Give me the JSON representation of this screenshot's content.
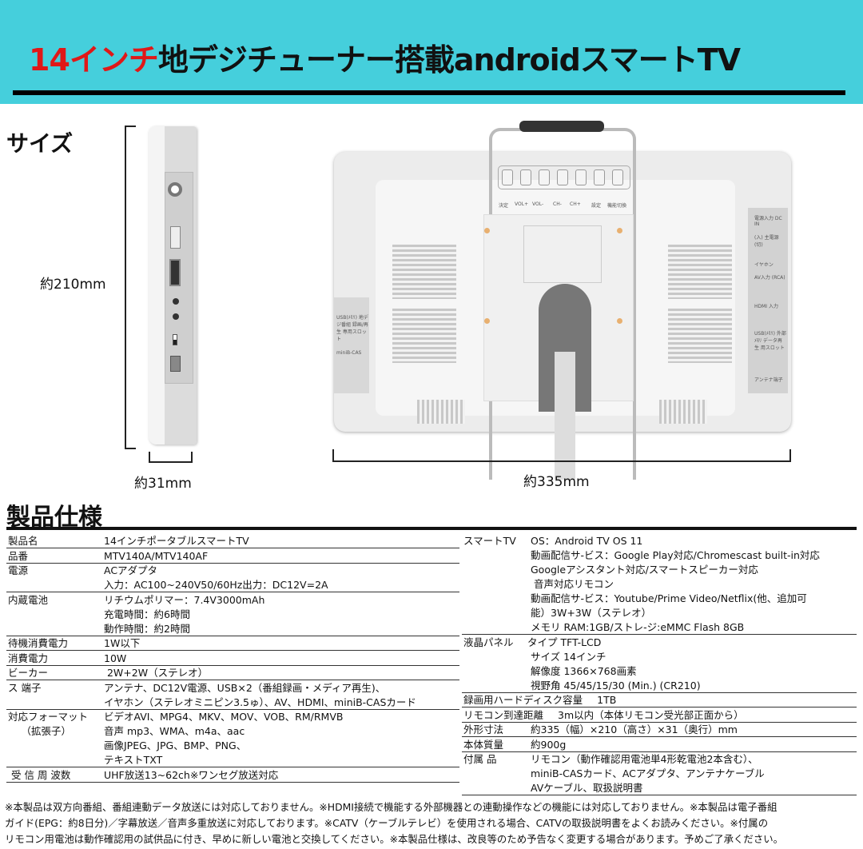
{
  "header": {
    "title_red": "14インチ",
    "title_black": "地デジチューナー搭載androidスマートTV",
    "bg_color": "#45cfdc",
    "accent_color": "#e01818"
  },
  "size_section": {
    "heading": "サイズ",
    "height_label": "約210mm",
    "depth_label": "約31mm",
    "width_label": "約335mm"
  },
  "device_labels": {
    "buttons": [
      "決定",
      "VOL+",
      "VOL-",
      "CH-",
      "CH+",
      "設定",
      "機能切換"
    ],
    "right_panel": [
      "電源入力 DC IN",
      "(入) 主電源 (切)",
      "イヤホン",
      "AV入力 (RCA)",
      "HDMI 入力",
      "USB(ﾒﾓﾘ) 外部ﾒﾓﾘ データ再生 用スロット",
      "アンテナ端子"
    ],
    "left_panel": [
      "USB(ﾒﾓﾘ) 地デジ番組 録画/再生 専用スロット",
      "miniB-CAS"
    ]
  },
  "spec_section": {
    "heading": "製品仕様"
  },
  "spec_left": [
    {
      "label": "製品名",
      "lines": [
        "14インチポータブルスマートTV"
      ]
    },
    {
      "label": "品番",
      "lines": [
        "MTV140A/MTV140AF"
      ]
    },
    {
      "label": "電源",
      "lines": [
        "ACアダプタ",
        "入力：AC100~240V50/60Hz出力：DC12V=2A"
      ]
    },
    {
      "label": "内蔵電池",
      "lines": [
        "リチウムポリマー：7.4V3000mAh",
        "充電時間：約6時間",
        "動作時間：約2時間"
      ]
    },
    {
      "label": "待機消費電力",
      "lines": [
        "1W以下"
      ]
    },
    {
      "label": "消費電力",
      "lines": [
        "10W"
      ]
    },
    {
      "label": "ビーカー",
      "lines": [
        " 2W+2W（ステレオ）"
      ]
    },
    {
      "label": "ス 端子",
      "lines": [
        "アンテナ、DC12V電源、USB×2（番組録画・メディア再生)、",
        "イヤホン（ステレオミニピン3.5ゅ）、AV、HDMI、miniB-CASカード"
      ]
    },
    {
      "label": "対応フォーマット\n　 （拡張子）",
      "lines": [
        "ビデオAVI、MPG4、MKV、MOV、VOB、RM/RMVB",
        "音声 mp3、WMA、m4a、aac",
        "画像JPEG、JPG、BMP、PNG、",
        "テキストTXT"
      ]
    },
    {
      "label": " 受 信 周 波数",
      "lines": [
        "UHF放送13~62ch※ワンセグ放送対応"
      ]
    }
  ],
  "spec_right": [
    {
      "label": "スマートTV",
      "lines": [
        "OS：Android TV OS 11",
        "動画配信サ-ビス：Google Play対応/Chromescast built-in対応",
        "Googleアシスタント対応/スマートスピーカー対応",
        " 音声対応リモコン",
        "動画配信サ-ビス：Youtube/Prime Video/Netflix(他、追加可",
        "能）3W+3W（ステレオ）",
        "メモリ RAM:1GB/ストレ-ジ:eMMC Flash 8GB"
      ]
    },
    {
      "label": "液晶パネル",
      "lines": [
        "タイプ TFT-LCD",
        " サイズ 14インチ",
        " 解像度 1366×768画素",
        " 視野角 45/45/15/30 (Min.) (CR210)"
      ]
    },
    {
      "label": "録画用ハードディスク容量",
      "lines": [
        "1TB"
      ]
    },
    {
      "label": "リモコン到達距離",
      "lines": [
        "3m以内（本体リモコン受光部正面から）"
      ]
    },
    {
      "label": "外形寸法",
      "lines": [
        "約335（幅）×210（高さ）×31（奥行）mm"
      ]
    },
    {
      "label": "本体質量",
      "lines": [
        "約900g"
      ]
    },
    {
      "label": "付属 品",
      "lines": [
        "リモコン（動作確認用電池単4形乾電池2本含む）、",
        "miniB-CASカード、ACアダプタ、アンテナケーブル",
        "AVケーブル、取扱説明書"
      ]
    }
  ],
  "notes": [
    "※本製品は双方向番組、番組連動データ放送には対応しておりません。※HDMI接続で機能する外部機器との連動操作などの機能には対応しておりません。※本製品は電子番組",
    "ガイド(EPG：約8日分)／字幕放送／音声多重放送に対応しております。※CATV（ケーブルテレビ）を使用される場合、CATVの取扱説明書をよくお読みください。※付属の",
    "リモコン用電池は動作確認用の試供品に付き、早めに新しい電池と交換してください。※本製品仕様は、改良等のため予告なく変更する場合があります。予めご了承ください。"
  ]
}
